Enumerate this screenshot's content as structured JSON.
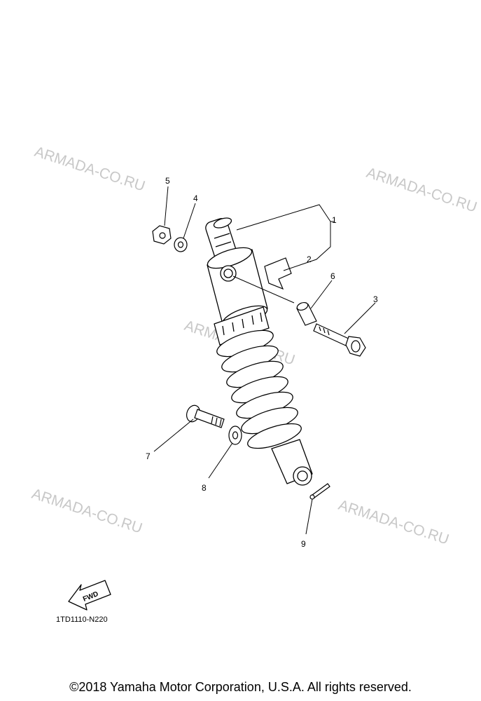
{
  "watermarks": [
    "ARMADA-CO.RU",
    "ARMADA-CO.RU",
    "ARMADA-CO.RU",
    "ARMADA-CO.RU",
    "ARMADA-CO.RU"
  ],
  "callouts": [
    "1",
    "2",
    "3",
    "4",
    "5",
    "6",
    "7",
    "8",
    "9"
  ],
  "fwd_label": "FWD",
  "diagram_code": "1TD1110-N220",
  "copyright": "©2018 Yamaha Motor Corporation, U.S.A. All rights reserved."
}
